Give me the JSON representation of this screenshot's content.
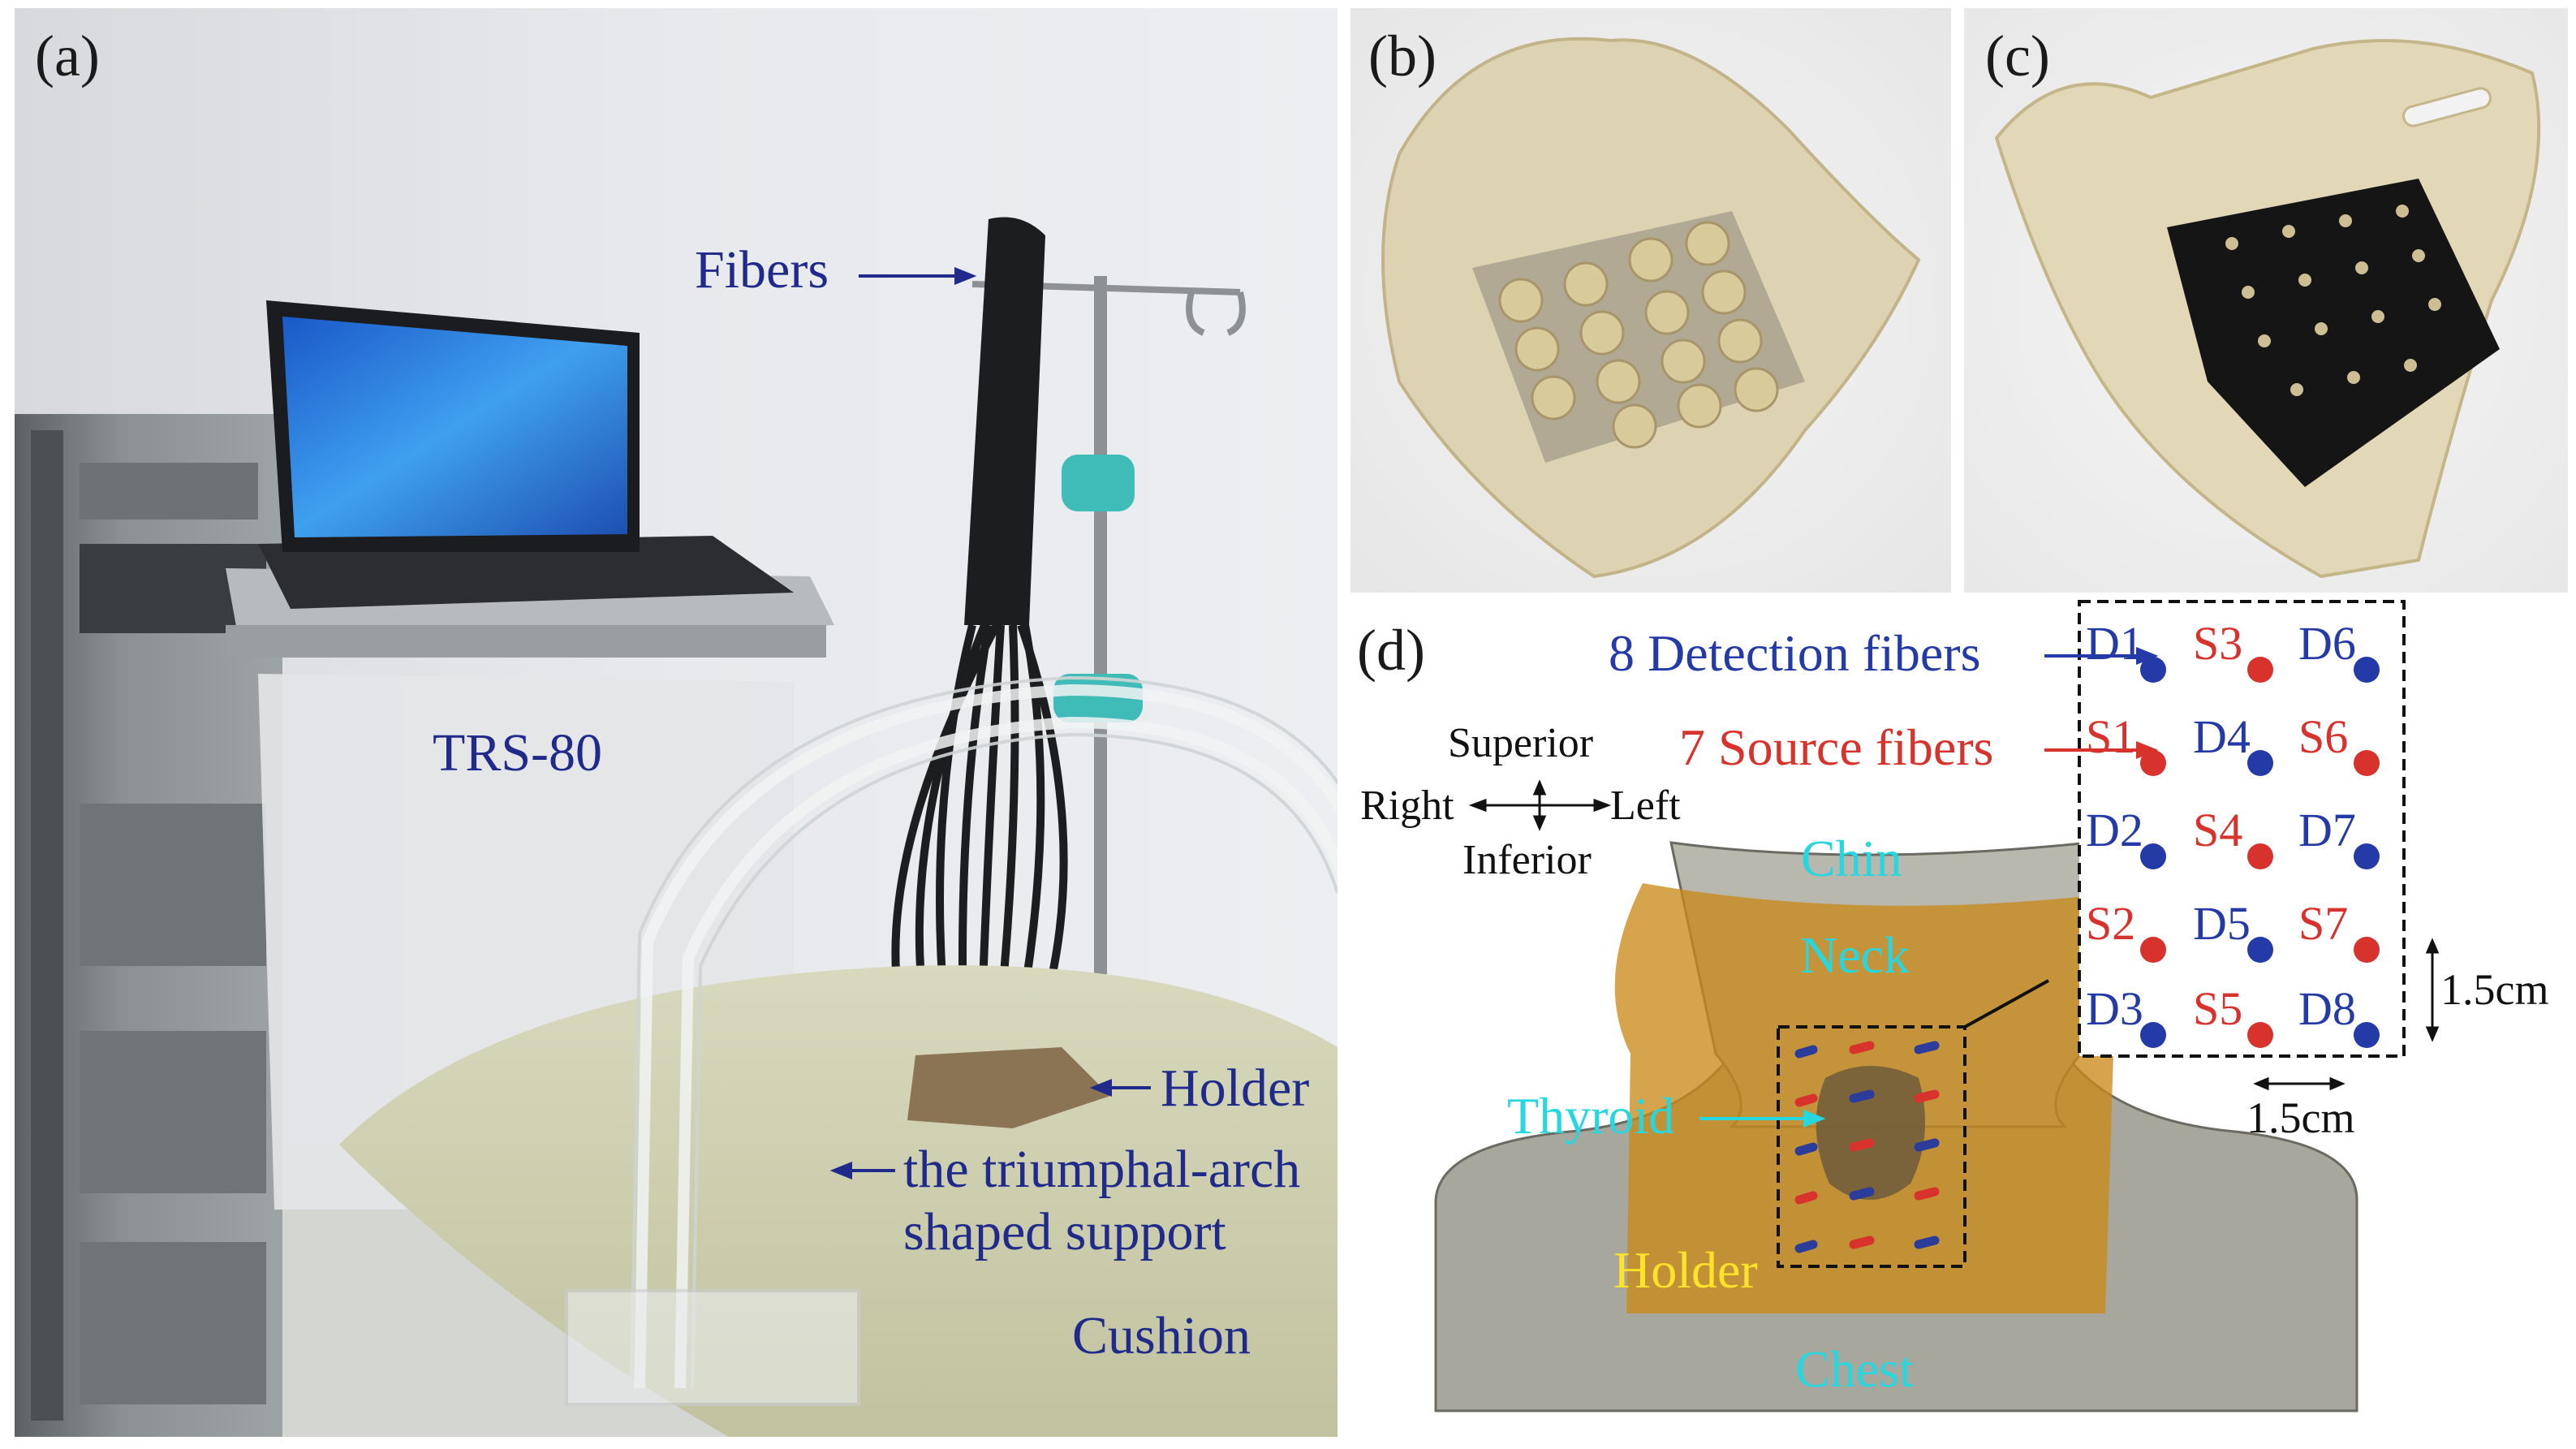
{
  "panels": {
    "a": {
      "tag": "(a)",
      "fibers": "Fibers",
      "device": "TRS-80",
      "holder": "Holder",
      "support_line1": "the triumphal-arch",
      "support_line2": "shaped support",
      "cushion": "Cushion"
    },
    "b": {
      "tag": "(b)"
    },
    "c": {
      "tag": "(c)"
    },
    "d": {
      "tag": "(d)",
      "detection_label": "8 Detection fibers",
      "source_label": "7 Source fibers",
      "orientation": {
        "superior": "Superior",
        "inferior": "Inferior",
        "right": "Right",
        "left": "Left"
      },
      "anatomy": {
        "chin": "Chin",
        "neck": "Neck",
        "thyroid": "Thyroid",
        "holder": "Holder",
        "chest": "Chest"
      },
      "grid": [
        [
          "D1",
          "S3",
          "D6"
        ],
        [
          "S1",
          "D4",
          "S6"
        ],
        [
          "D2",
          "S4",
          "D7"
        ],
        [
          "S2",
          "D5",
          "S7"
        ],
        [
          "D3",
          "S5",
          "D8"
        ]
      ],
      "spacing_vertical": "1.5cm",
      "spacing_horizontal": "1.5cm"
    }
  },
  "colors": {
    "label_navy": "#1f2a8a",
    "label_red": "#d2322d",
    "label_cyan": "#27d7e0",
    "label_yellow": "#ffe22a",
    "detector_dot": "#243aa6",
    "source_dot": "#d8322c"
  }
}
